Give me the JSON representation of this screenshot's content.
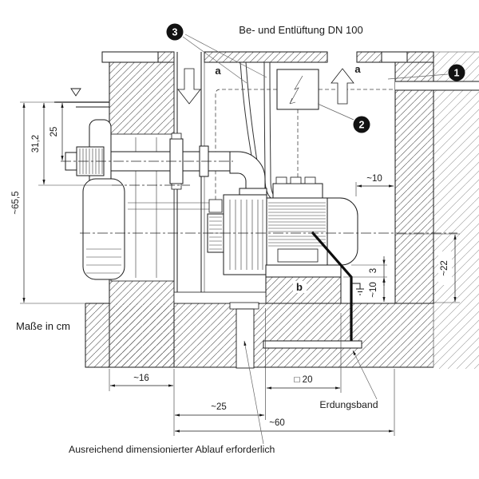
{
  "drawing": {
    "title": "Be- und Entlüftung DN 100",
    "units_note": "Maße in cm",
    "footnote": "Ausreichend dimensionierter Ablauf erforderlich",
    "grounding_label": "Erdungsband",
    "callouts": [
      {
        "number": "1"
      },
      {
        "number": "2"
      },
      {
        "number": "3"
      }
    ],
    "section_labels": {
      "air_inlet": "a",
      "air_outlet": "a",
      "plinth": "b"
    },
    "dimensions": {
      "left": [
        {
          "value": "~65,5"
        },
        {
          "value": "31,2"
        },
        {
          "value": "25"
        }
      ],
      "right": [
        {
          "value": "~10"
        },
        {
          "value": "3"
        },
        {
          "value": "~10"
        },
        {
          "value": "~22"
        }
      ],
      "bottom": [
        {
          "value": "~16"
        },
        {
          "value": "~25"
        },
        {
          "value": "□ 20"
        },
        {
          "value": "~60"
        }
      ]
    },
    "colors": {
      "ink": "#1a1a1a",
      "callout_bg": "#121212"
    }
  }
}
